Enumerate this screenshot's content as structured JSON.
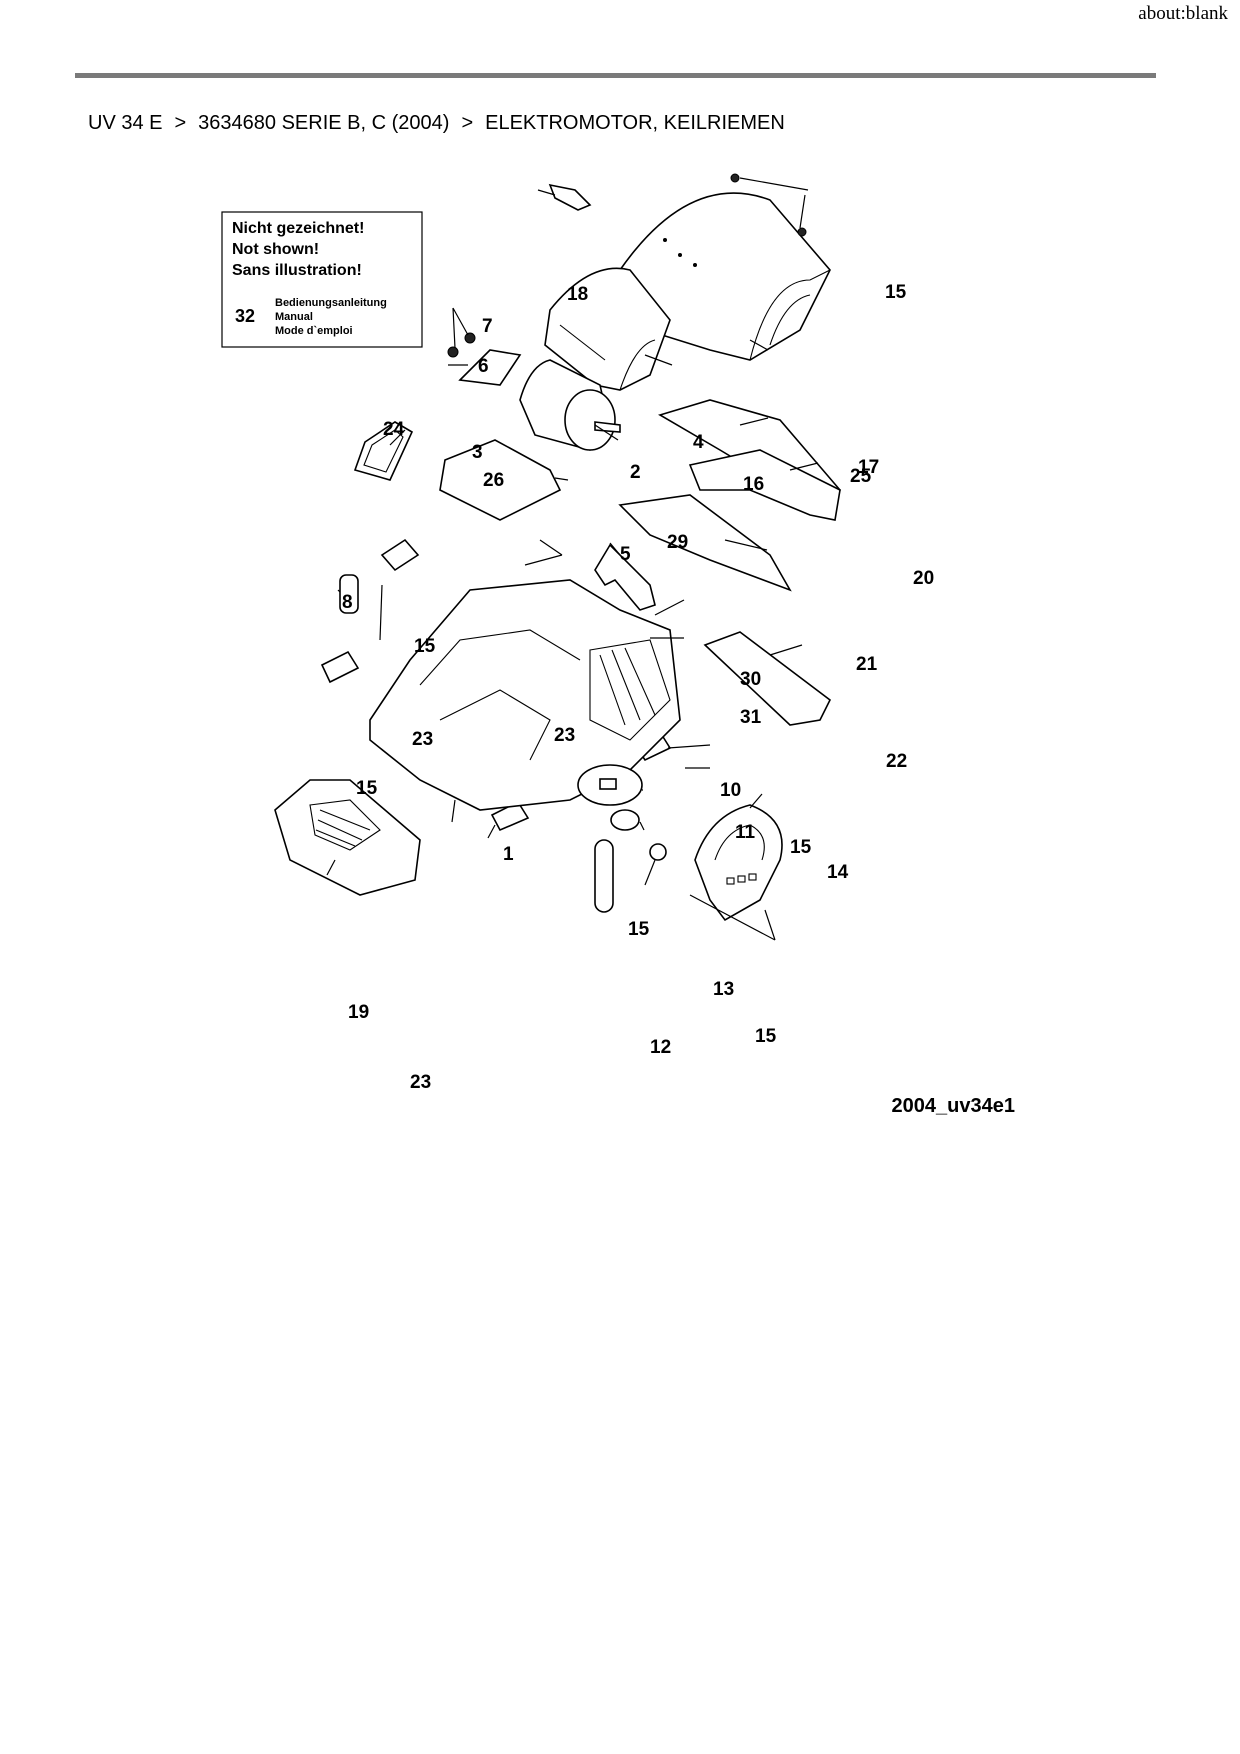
{
  "browser": {
    "url_label": "about:blank"
  },
  "breadcrumb": [
    {
      "label": "UV 34 E"
    },
    {
      "label": "3634680 SERIE B, C (2004)"
    },
    {
      "label": "ELEKTROMOTOR, KEILRIEMEN"
    }
  ],
  "breadcrumb_separator": ">",
  "diagram": {
    "not_shown_box": {
      "lines": [
        "Nicht gezeichnet!",
        "Not shown!",
        "Sans illustration!"
      ],
      "item_number": "32",
      "item_labels": [
        "Bedienungsanleitung",
        "Manual",
        "Mode d`emploi"
      ]
    },
    "callouts": [
      "1",
      "2",
      "3",
      "4",
      "5",
      "6",
      "7",
      "8",
      "10",
      "11",
      "12",
      "13",
      "14",
      "15",
      "16",
      "17",
      "18",
      "19",
      "20",
      "21",
      "22",
      "23",
      "24",
      "25",
      "26",
      "29",
      "30",
      "31"
    ],
    "caption": "2004_uv34e1"
  }
}
